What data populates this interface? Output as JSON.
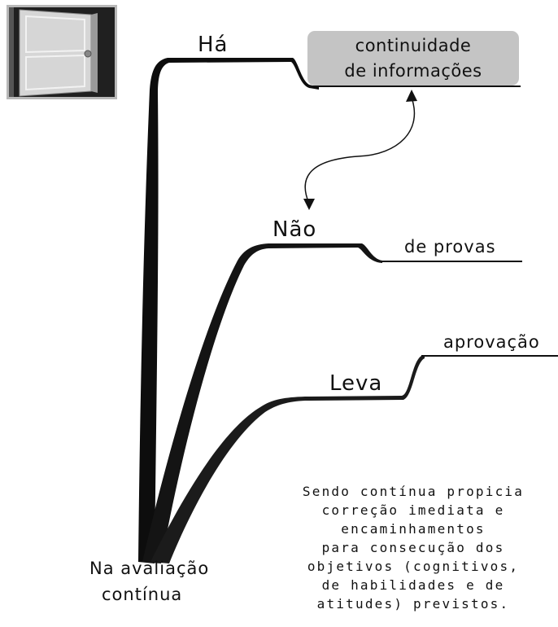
{
  "branches": {
    "top": {
      "word": "Há",
      "text_line1": "continuidade",
      "text_line2": "de informações"
    },
    "middle": {
      "word": "Não",
      "text": "de provas"
    },
    "bottom": {
      "word": "Leva",
      "text": "aprovação"
    }
  },
  "root": {
    "line1": "Na avaliação",
    "line2": "contínua"
  },
  "note": [
    "Sendo contínua propicia",
    "correção imediata e",
    "encaminhamentos",
    "para consecução dos",
    "objetivos (cognitivos,",
    "de habilidades e de",
    "atitudes) previstos."
  ],
  "colors": {
    "ink": "#111111",
    "box_fill": "#c4c4c4"
  },
  "icon": "door-icon"
}
